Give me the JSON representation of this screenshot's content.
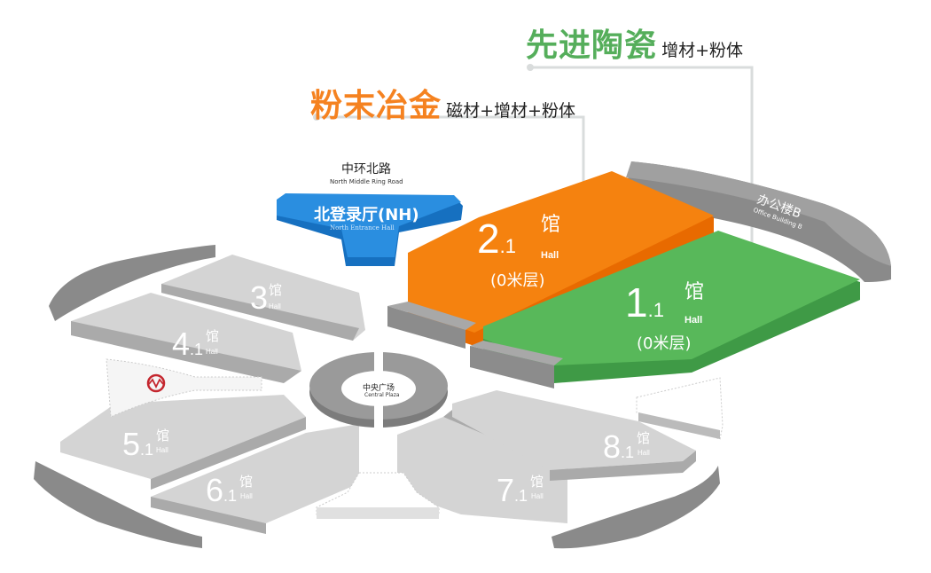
{
  "categories": {
    "ceramics": {
      "title": "先进陶瓷",
      "subtitle": "增材+粉体",
      "color": "#55ae5b",
      "target_hall": "1.1"
    },
    "powder_metallurgy": {
      "title": "粉末冶金",
      "subtitle": "磁材+增材+粉体",
      "color": "#f58220",
      "target_hall": "2.1"
    }
  },
  "road": {
    "cn": "中环北路",
    "en": "North Middle Ring Road"
  },
  "north_entrance": {
    "cn": "北登录厅(NH)",
    "en": "North Entrance Hall",
    "color": "#1e88d8"
  },
  "office": {
    "cn": "办公楼B",
    "en": "Office Building B"
  },
  "central_plaza": {
    "cn": "中央广场",
    "en": "Central Plaza"
  },
  "metro_icon": "shanghai-metro-logo",
  "halls": {
    "h21": {
      "num": "2",
      "sub": ".1",
      "cn": "馆",
      "en": "Hall",
      "floor": "(0米层)",
      "color": "#f5820f"
    },
    "h11": {
      "num": "1",
      "sub": ".1",
      "cn": "馆",
      "en": "Hall",
      "floor": "(0米层)",
      "color": "#58b85a"
    },
    "h3": {
      "num": "3",
      "sub": "",
      "cn": "馆",
      "en": "Hall"
    },
    "h41": {
      "num": "4",
      "sub": ".1",
      "cn": "馆",
      "en": "Hall"
    },
    "h51": {
      "num": "5",
      "sub": ".1",
      "cn": "馆",
      "en": "Hall"
    },
    "h61": {
      "num": "6",
      "sub": ".1",
      "cn": "馆",
      "en": "Hall"
    },
    "h71": {
      "num": "7",
      "sub": ".1",
      "cn": "馆",
      "en": "Hall"
    },
    "h81": {
      "num": "8",
      "sub": ".1",
      "cn": "馆",
      "en": "Hall"
    }
  }
}
